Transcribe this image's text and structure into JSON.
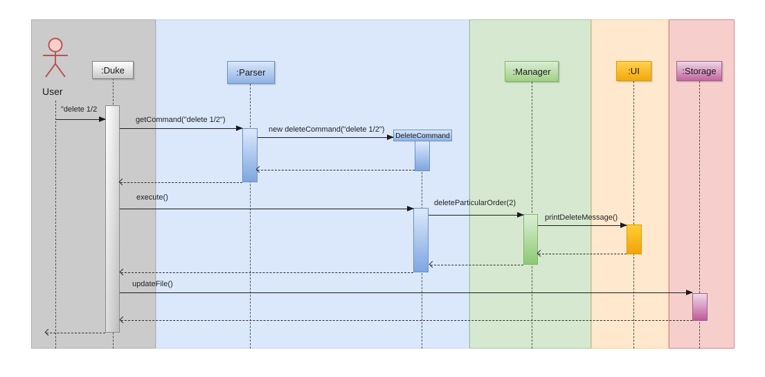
{
  "diagram_type": "uml-sequence-diagram",
  "actor": {
    "label": "User"
  },
  "participants": [
    {
      "id": "duke",
      "label": ":Duke"
    },
    {
      "id": "parser",
      "label": ":Parser"
    },
    {
      "id": "manager",
      "label": ":Manager"
    },
    {
      "id": "ui",
      "label": ":UI"
    },
    {
      "id": "storage",
      "label": ":Storage"
    }
  ],
  "created_object": {
    "label": "DeleteCommand"
  },
  "messages": [
    {
      "label": "\"delete 1/2",
      "from": "User",
      "to": ":Duke",
      "style": "solid"
    },
    {
      "label": "getCommand(\"delete 1/2\")",
      "from": ":Duke",
      "to": ":Parser",
      "style": "solid"
    },
    {
      "label": "new deleteCommand(\"delete 1/2\")",
      "from": ":Parser",
      "to": "DeleteCommand",
      "style": "solid"
    },
    {
      "label": "execute()",
      "from": ":Duke",
      "to": "DeleteCommand",
      "style": "solid"
    },
    {
      "label": "deleteParticularOrder(2)",
      "from": "DeleteCommand",
      "to": ":Manager",
      "style": "solid"
    },
    {
      "label": "printDeleteMessage()",
      "from": ":Manager",
      "to": ":UI",
      "style": "solid"
    },
    {
      "label": "updateFile()",
      "from": ":Duke",
      "to": ":Storage",
      "style": "solid"
    }
  ],
  "returns": [
    {
      "from": "DeleteCommand",
      "to": ":Parser"
    },
    {
      "from": ":Parser",
      "to": ":Duke"
    },
    {
      "from": ":UI",
      "to": ":Manager"
    },
    {
      "from": ":Manager",
      "to": "DeleteCommand"
    },
    {
      "from": "DeleteCommand",
      "to": ":Duke"
    },
    {
      "from": ":Storage",
      "to": ":Duke"
    },
    {
      "from": ":Duke",
      "to": "User"
    }
  ],
  "colors": {
    "lane_gray": "#cbcbcb",
    "lane_blue": "#dbe8fb",
    "lane_green": "#d6e9d0",
    "lane_orange": "#ffe8cd",
    "lane_pink": "#f6cfcd",
    "actor_stroke": "#b85450",
    "actor_fill": "#f8cecc",
    "blue_accent": "#6c8ebf",
    "green_accent": "#82b366",
    "amber_accent": "#d79b00",
    "pink_accent": "#996185"
  }
}
